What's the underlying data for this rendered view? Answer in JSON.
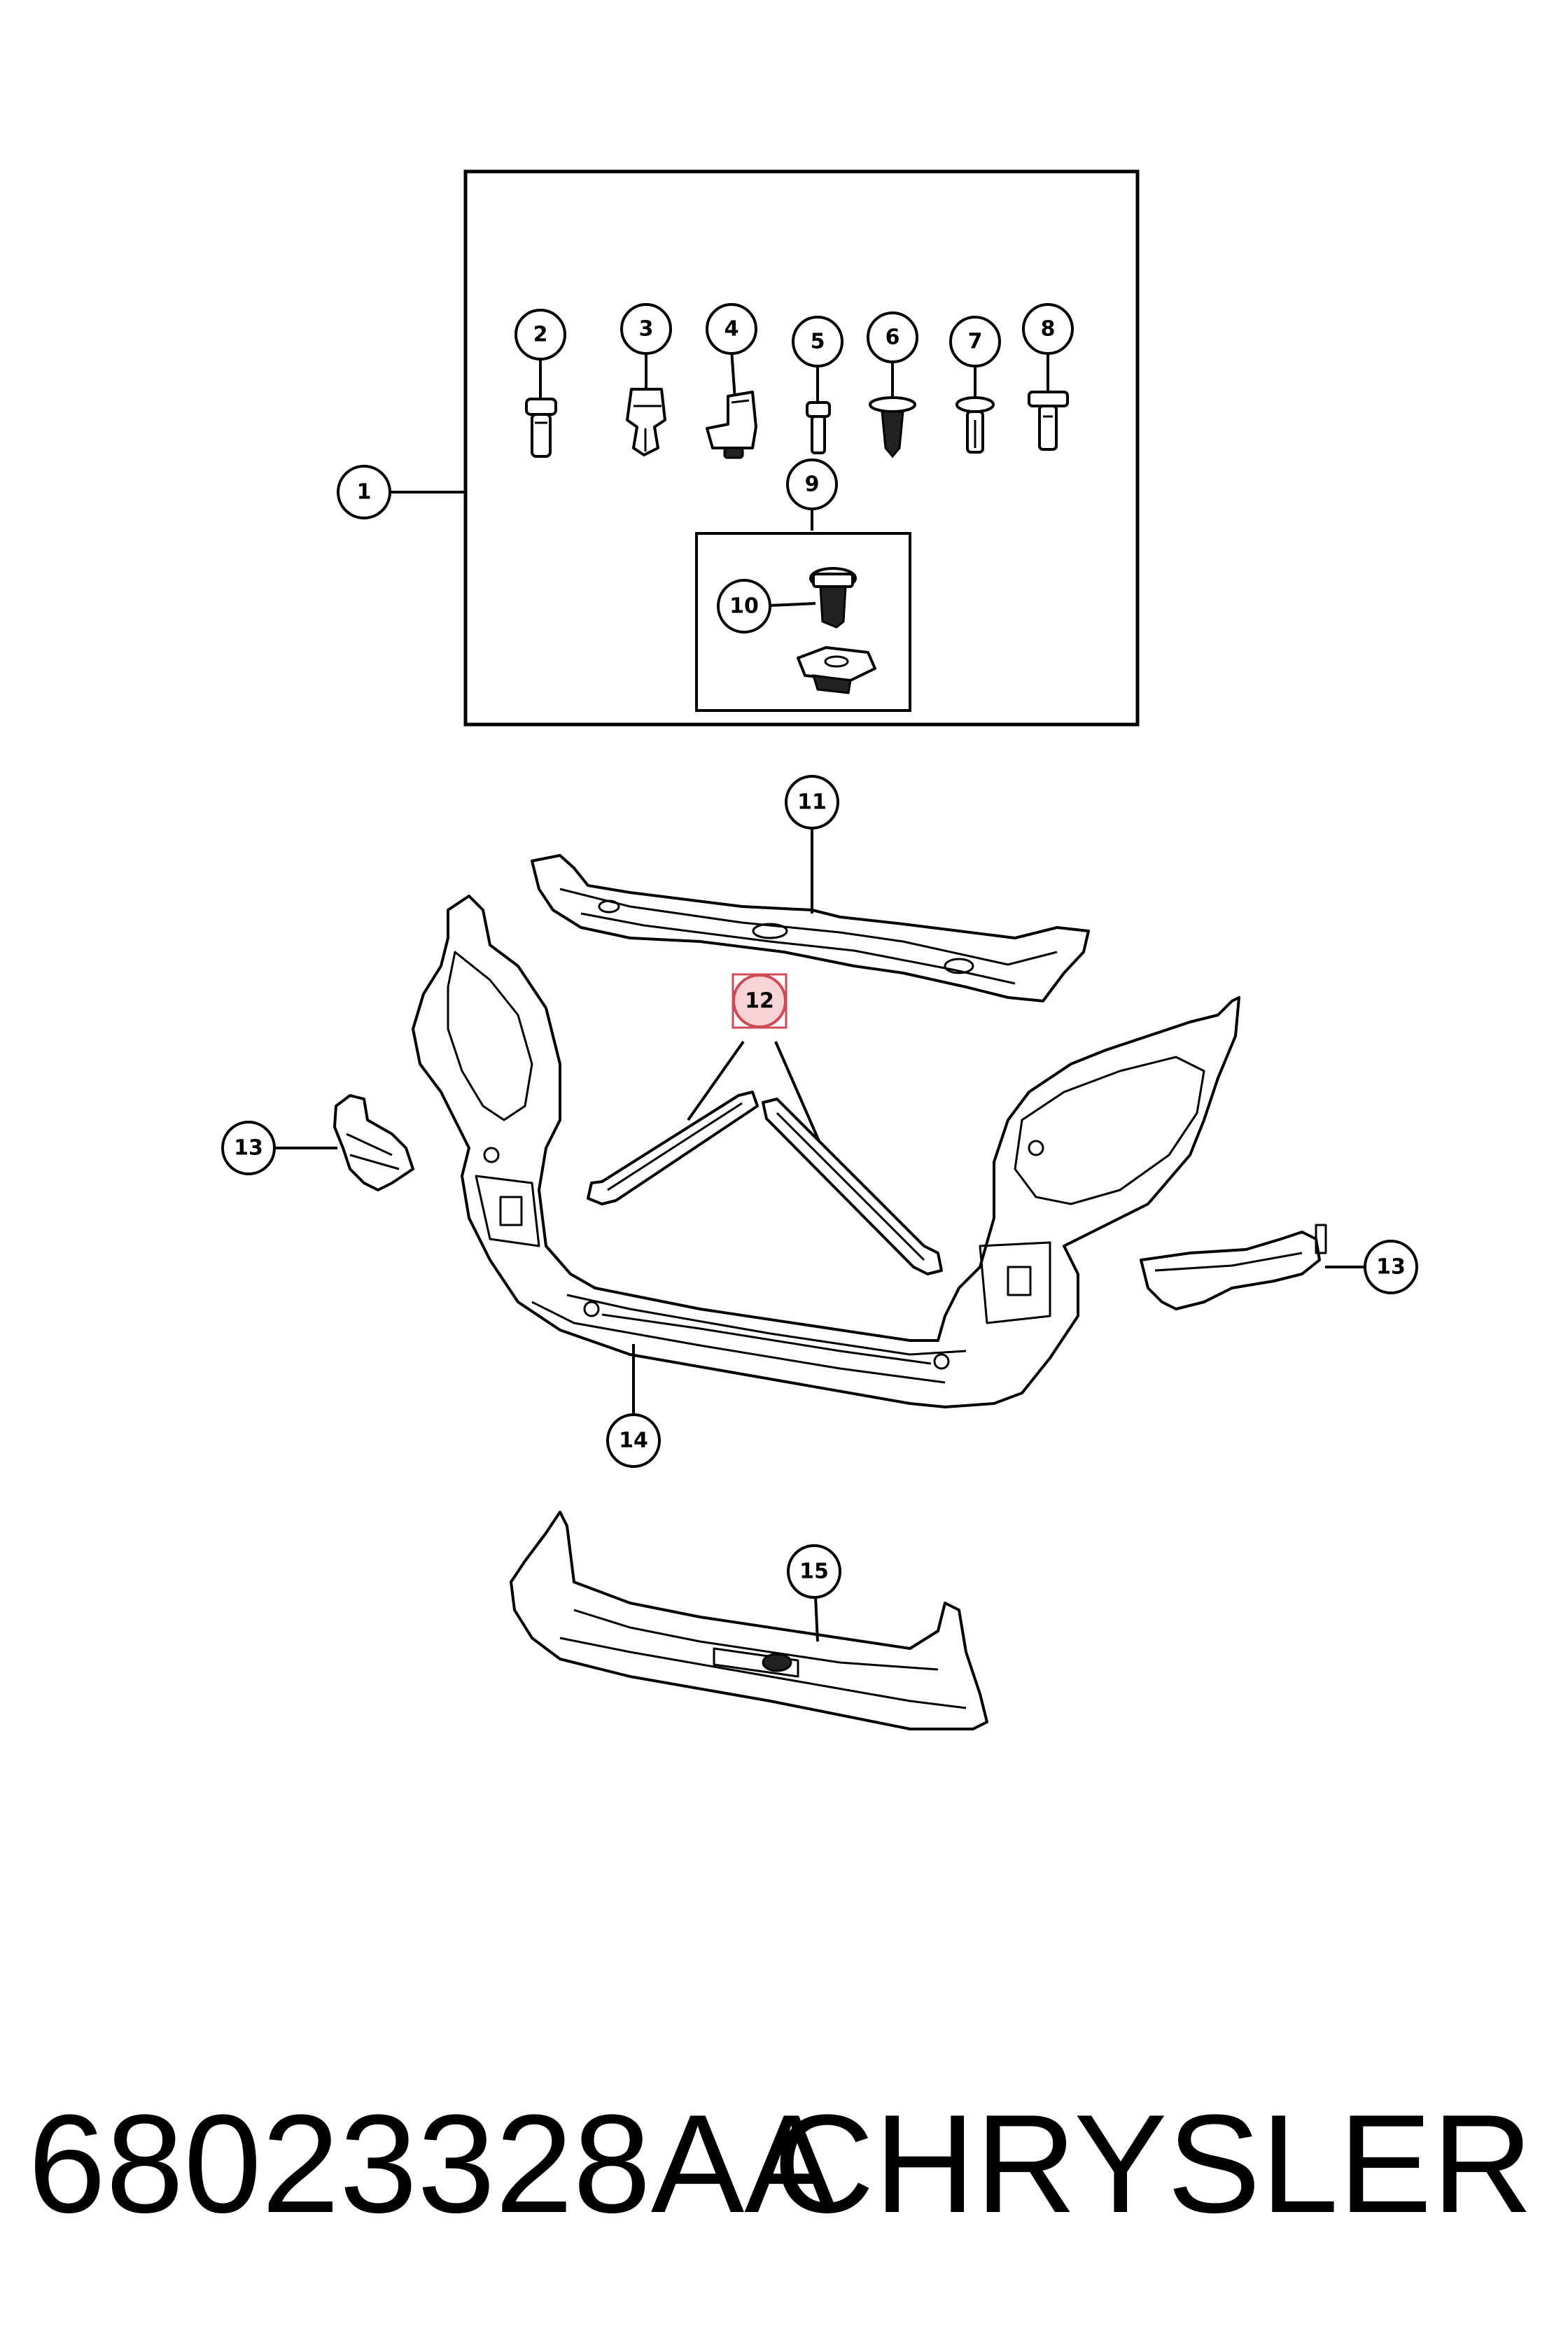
{
  "callouts": [
    {
      "id": "c1",
      "label": "1"
    },
    {
      "id": "c2",
      "label": "2"
    },
    {
      "id": "c3",
      "label": "3"
    },
    {
      "id": "c4",
      "label": "4"
    },
    {
      "id": "c5",
      "label": "5"
    },
    {
      "id": "c6",
      "label": "6"
    },
    {
      "id": "c7",
      "label": "7"
    },
    {
      "id": "c8",
      "label": "8"
    },
    {
      "id": "c9",
      "label": "9"
    },
    {
      "id": "c10",
      "label": "10"
    },
    {
      "id": "c11",
      "label": "11"
    },
    {
      "id": "c12",
      "label": "12",
      "highlighted": true
    },
    {
      "id": "c13a",
      "label": "13"
    },
    {
      "id": "c13b",
      "label": "13"
    },
    {
      "id": "c14",
      "label": "14"
    },
    {
      "id": "c15",
      "label": "15"
    }
  ],
  "highlight_color": "#d04a55",
  "footer": {
    "part_number": "68023328AA",
    "brand": "CHRYSLER"
  }
}
